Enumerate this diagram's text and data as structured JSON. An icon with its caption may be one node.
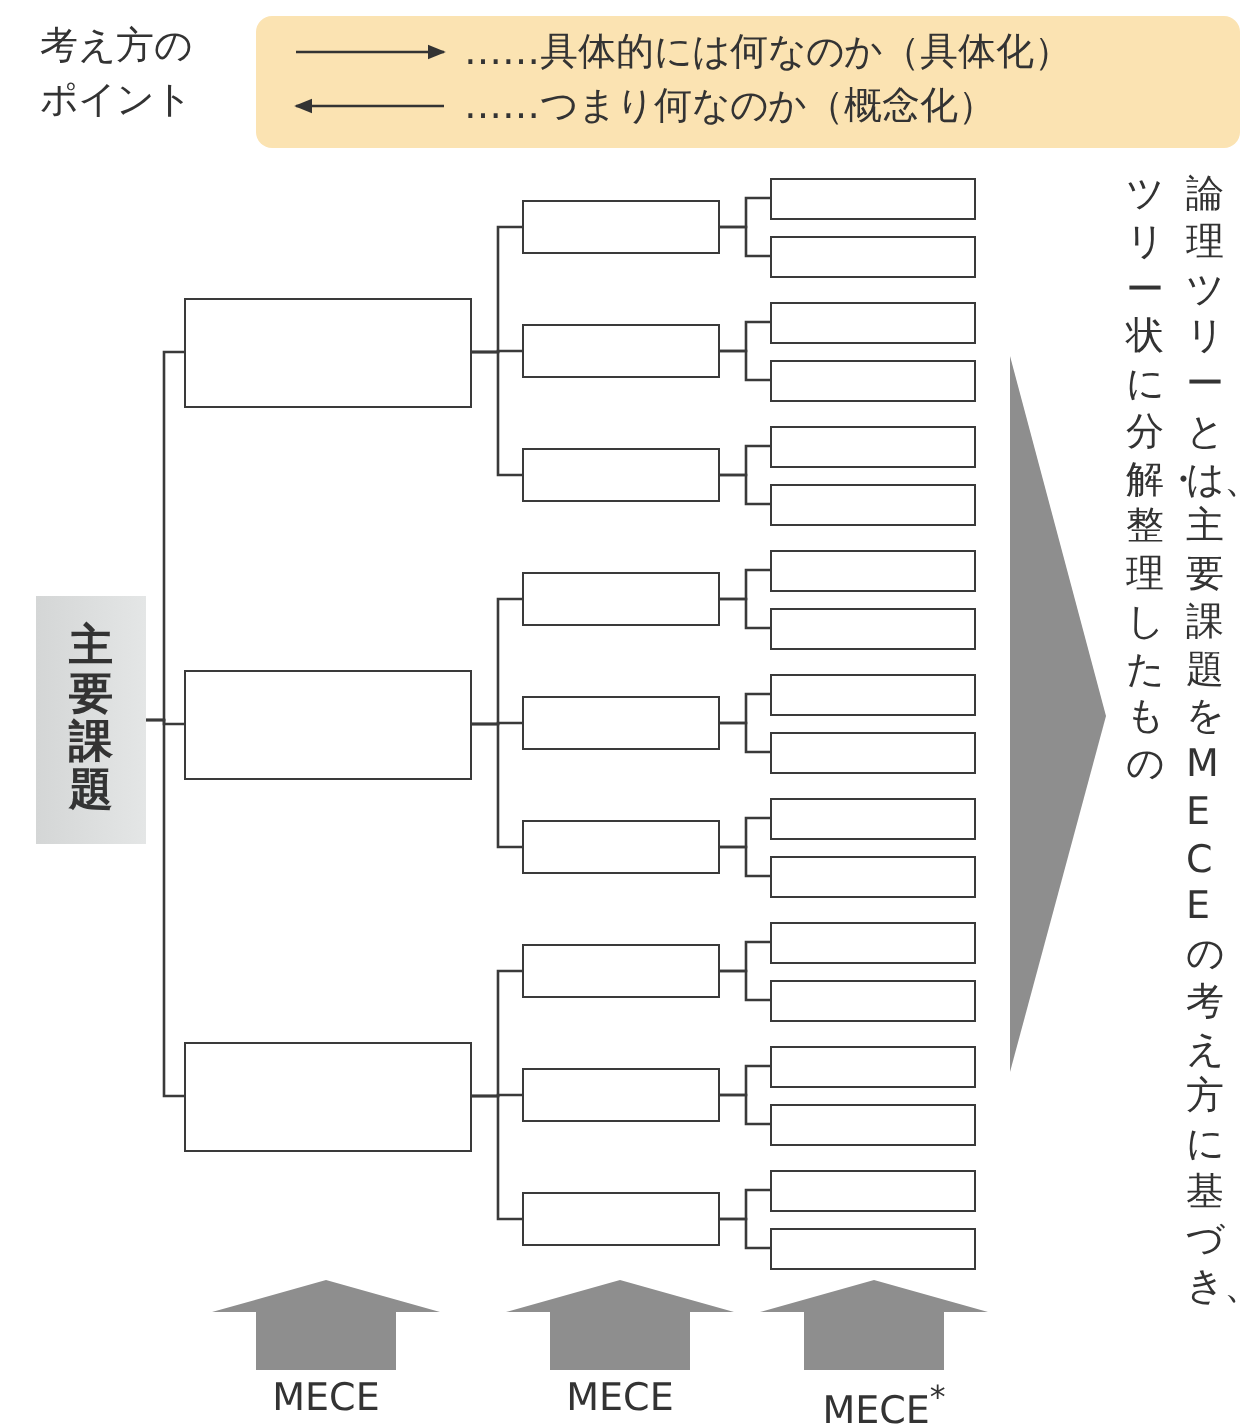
{
  "diagram": {
    "nodes": [
      {
        "text": [
          "主要課題"
        ]
      },
      {
        "text": [],
        "shape": "box"
      },
      {
        "text": [],
        "shape": "box"
      },
      {
        "text": [],
        "shape": "box"
      },
      {
        "text": [],
        "shape": "box"
      },
      {
        "text": [],
        "shape": "box"
      },
      {
        "text": [],
        "shape": "box"
      },
      {
        "text": [],
        "shape": "box"
      },
      {
        "text": [],
        "shape": "box"
      },
      {
        "text": [],
        "shape": "box"
      },
      {
        "text": [],
        "shape": "box"
      },
      {
        "text": [],
        "shape": "box"
      },
      {
        "text": [],
        "shape": "box"
      },
      {
        "text": [],
        "shape": "box"
      },
      {
        "text": [],
        "shape": "box"
      },
      {
        "text": [],
        "shape": "box"
      },
      {
        "text": [],
        "shape": "box"
      },
      {
        "text": [],
        "shape": "box"
      },
      {
        "text": [],
        "shape": "box"
      },
      {
        "text": [],
        "shape": "box"
      },
      {
        "text": [],
        "shape": "box"
      },
      {
        "text": [],
        "shape": "box"
      },
      {
        "text": [],
        "shape": "box"
      },
      {
        "text": [],
        "shape": "box"
      },
      {
        "text": [],
        "shape": "box"
      },
      {
        "text": [],
        "shape": "box"
      },
      {
        "text": [],
        "shape": "box"
      },
      {
        "text": [],
        "shape": "box"
      },
      {
        "text": [],
        "shape": "box"
      },
      {
        "text": [],
        "shape": "box"
      },
      {
        "text": [],
        "shape": "box"
      }
    ],
    "edges": [
      {
        "from": 0,
        "to": 1,
        "arrow": "none"
      },
      {
        "from": 0,
        "to": 2,
        "arrow": "none"
      },
      {
        "from": 0,
        "to": 3,
        "arrow": "none"
      },
      {
        "from": 1,
        "to": 4,
        "arrow": "none"
      },
      {
        "from": 1,
        "to": 5,
        "arrow": "none"
      },
      {
        "from": 1,
        "to": 6,
        "arrow": "none"
      },
      {
        "from": 2,
        "to": 7,
        "arrow": "none"
      },
      {
        "from": 2,
        "to": 8,
        "arrow": "none"
      },
      {
        "from": 2,
        "to": 9,
        "arrow": "none"
      },
      {
        "from": 3,
        "to": 10,
        "arrow": "none"
      },
      {
        "from": 3,
        "to": 11,
        "arrow": "none"
      },
      {
        "from": 3,
        "to": 12,
        "arrow": "none"
      },
      {
        "from": 4,
        "to": 13,
        "arrow": "none"
      },
      {
        "from": 4,
        "to": 14,
        "arrow": "none"
      },
      {
        "from": 5,
        "to": 15,
        "arrow": "none"
      },
      {
        "from": 5,
        "to": 16,
        "arrow": "none"
      },
      {
        "from": 6,
        "to": 17,
        "arrow": "none"
      },
      {
        "from": 6,
        "to": 18,
        "arrow": "none"
      },
      {
        "from": 7,
        "to": 19,
        "arrow": "none"
      },
      {
        "from": 7,
        "to": 20,
        "arrow": "none"
      },
      {
        "from": 8,
        "to": 21,
        "arrow": "none"
      },
      {
        "from": 8,
        "to": 22,
        "arrow": "none"
      },
      {
        "from": 9,
        "to": 23,
        "arrow": "none"
      },
      {
        "from": 9,
        "to": 24,
        "arrow": "none"
      },
      {
        "from": 10,
        "to": 25,
        "arrow": "none"
      },
      {
        "from": 10,
        "to": 26,
        "arrow": "none"
      },
      {
        "from": 11,
        "to": 27,
        "arrow": "none"
      },
      {
        "from": 11,
        "to": 28,
        "arrow": "none"
      },
      {
        "from": 12,
        "to": 29,
        "arrow": "none"
      },
      {
        "from": 12,
        "to": 30,
        "arrow": "none"
      }
    ],
    "labels": [
      "考え方のポイント",
      "論理ツリーとは、主要課題をMECEの考え方に基づき、",
      "ツリー状に分解・整理したもの",
      "MECE",
      "MECE",
      "MECE$^{*}$"
    ],
    "legend": [
      {
        "text": "……具体的には何なのか（具体化）"
      },
      {
        "text": "……つまり何なのか（概念化）"
      }
    ]
  }
}
